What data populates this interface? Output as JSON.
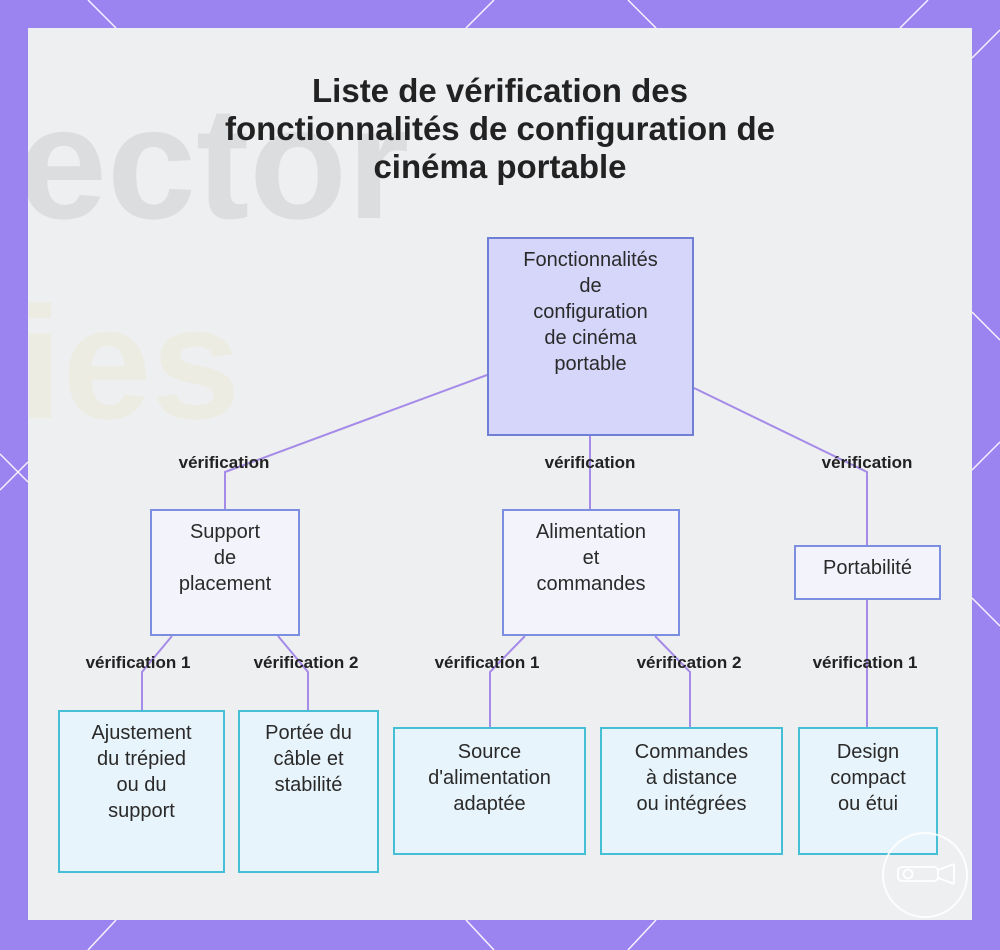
{
  "title": {
    "line1": "Liste de vérification des",
    "line2": "fonctionnalités de configuration de",
    "line3": "cinéma portable"
  },
  "nodes": {
    "root": "Fonctionnalités\nde\nconfiguration\nde cinéma\nportable",
    "support": "Support\nde\nplacement",
    "alimentation": "Alimentation\net\ncommandes",
    "portabilite": "Portabilité",
    "trepied": "Ajustement\ndu trépied\nou du\nsupport",
    "cable": "Portée du\ncâble et\nstabilité",
    "source": "Source\nd'alimentation\nadaptée",
    "commandes": "Commandes\nà distance\nou intégrées",
    "design": "Design\ncompact\nou étui"
  },
  "edge_labels": {
    "root_support": "vérification",
    "root_alimentation": "vérification",
    "root_portabilite": "vérification",
    "support_trepied": "vérification 1",
    "support_cable": "vérification 2",
    "alimentation_source": "vérification 1",
    "alimentation_commandes": "vérification 2",
    "portabilite_design": "vérification 1"
  },
  "colors": {
    "frame": "#9b84f0",
    "edge": "#a58be8",
    "root_fill": "#d6d6fb",
    "leaf_border": "#44bfd6"
  },
  "icons": {
    "logo": "projector-icon"
  }
}
